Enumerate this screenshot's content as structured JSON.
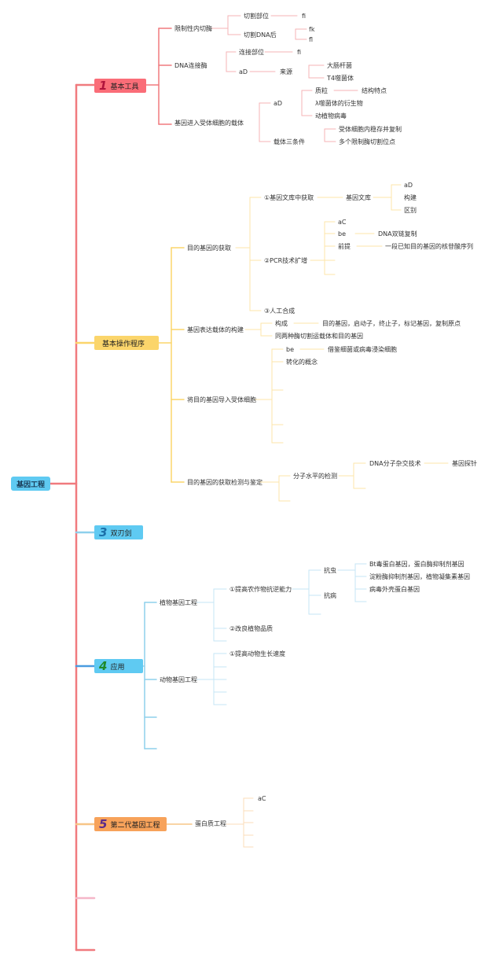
{
  "root": "基因工程",
  "colors": {
    "red": "#f07a7e",
    "yellow": "#fbd56b",
    "blue": "#8ed0ec",
    "orange": "#f7c587",
    "pink": "#f5b6c8"
  },
  "main": {
    "m1": {
      "num": "1",
      "label": "基本工具"
    },
    "m2": {
      "num": "",
      "label": "基本操作程序"
    },
    "m3": {
      "num": "3",
      "label": "双刃剑"
    },
    "m4": {
      "num": "4",
      "label": "应用"
    },
    "m5": {
      "num": "5",
      "label": "第二代基因工程"
    }
  },
  "tools": {
    "restriction": "限制性内切酶",
    "cut_site": "切割部位",
    "fi1": "fi",
    "cut_after": "切割DNA后",
    "fk": "fk",
    "fl": "fl",
    "ligase": "DNA连接酶",
    "link_site": "连接部位",
    "fi2": "fi",
    "aD": "aD",
    "source": "来源",
    "ecoli": "大肠杆菌",
    "t4": "T4噬菌体",
    "vector": "基因进入受体细胞的载体",
    "aD2": "aD",
    "plasmid": "质粒",
    "struct": "结构特点",
    "lambda": "λ噬菌体的衍生物",
    "virus": "动植物病毒",
    "three": "载体三条件",
    "cond1": "受体细胞内稳存并复制",
    "cond2": "多个限制酶切割位点"
  },
  "ops": {
    "get": "目的基因的获取",
    "lib": "①基因文库中获取",
    "libname": "基因文库",
    "libaD": "aD",
    "build": "构建",
    "diff": "区别",
    "pcr": "②PCR技术扩增",
    "aC": "aC",
    "be": "be",
    "dna_copy": "DNA双链复制",
    "premise": "前提",
    "premise_text": "一段已知目的基因的核苷酸序列",
    "artificial": "③人工合成",
    "express": "基因表达载体的构建",
    "compose": "构成",
    "compose_text": "目的基因，启动子，终止子，标记基因，复制原点",
    "same_enzyme": "同两种酶切割运载体和目的基因",
    "import": "将目的基因导入受体细胞",
    "be2": "be",
    "infect": "借鉴细菌或病毒浸染细胞",
    "transform": "转化的概念",
    "detect": "目的基因的获取检测与鉴定",
    "molecular": "分子水平的检测",
    "hybrid": "DNA分子杂交技术",
    "probe": "基因探针"
  },
  "apps": {
    "plant": "植物基因工程",
    "resist": "①提高农作物抗逆能力",
    "insect": "抗虫",
    "bt": "Bt毒蛋白基因，蛋白酶抑制剂基因",
    "starch": "淀粉酶抑制剂基因，植物凝集素基因",
    "disease": "抗病",
    "coat": "病毒外壳蛋白基因",
    "quality": "②改良植物品质",
    "animal": "动物基因工程",
    "growth": "①提高动物生长速度"
  },
  "gen2": {
    "protein": "蛋白质工程",
    "aC": "aC"
  }
}
